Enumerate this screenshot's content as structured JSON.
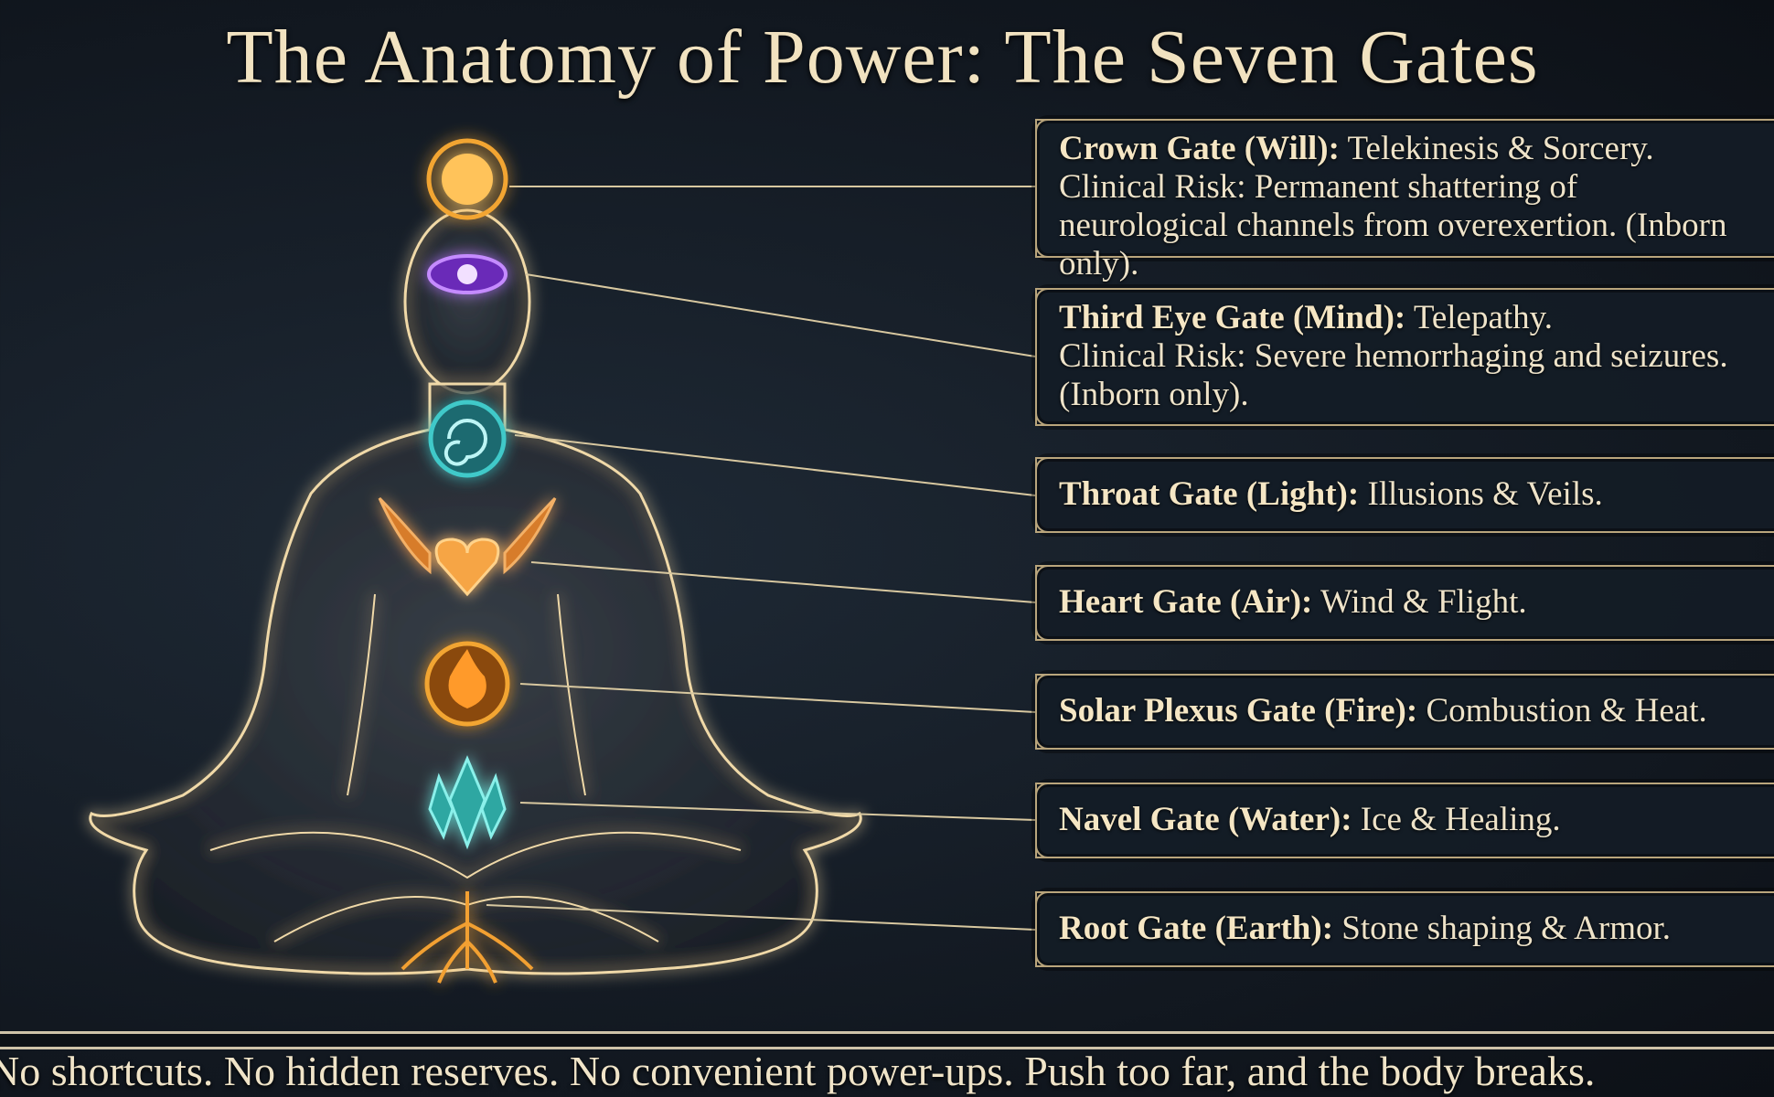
{
  "title": "The Anatomy of Power: The Seven Gates",
  "gates": [
    {
      "name": "Crown Gate (Will):",
      "power": "Telekinesis & Sorcery.",
      "risk": "Clinical Risk: Permanent shattering of neurological channels from overexertion. (Inborn only).",
      "color": "#f2a531",
      "icon": "sun-crown-icon"
    },
    {
      "name": "Third Eye Gate (Mind):",
      "power": "Telepathy.",
      "risk": "Clinical Risk: Severe hemorrhaging and seizures. (Inborn only).",
      "color": "#a64dff",
      "icon": "eye-icon"
    },
    {
      "name": "Throat Gate (Light):",
      "power": "Illusions & Veils.",
      "color": "#3fc9c9",
      "icon": "spiral-icon"
    },
    {
      "name": "Heart Gate (Air):",
      "power": "Wind & Flight.",
      "color": "#f29a3a",
      "icon": "winged-heart-icon"
    },
    {
      "name": "Solar Plexus Gate (Fire):",
      "power": "Combustion & Heat.",
      "color": "#f28a1e",
      "icon": "flame-icon"
    },
    {
      "name": "Navel Gate (Water):",
      "power": "Ice & Healing.",
      "color": "#4fd6cf",
      "icon": "crystal-icon"
    },
    {
      "name": "Root Gate (Earth):",
      "power": "Stone shaping & Armor.",
      "color": "#e89a3a",
      "icon": "roots-icon"
    }
  ],
  "footer": "No shortcuts. No hidden reserves. No convenient power-ups. Push too far, and the body breaks."
}
